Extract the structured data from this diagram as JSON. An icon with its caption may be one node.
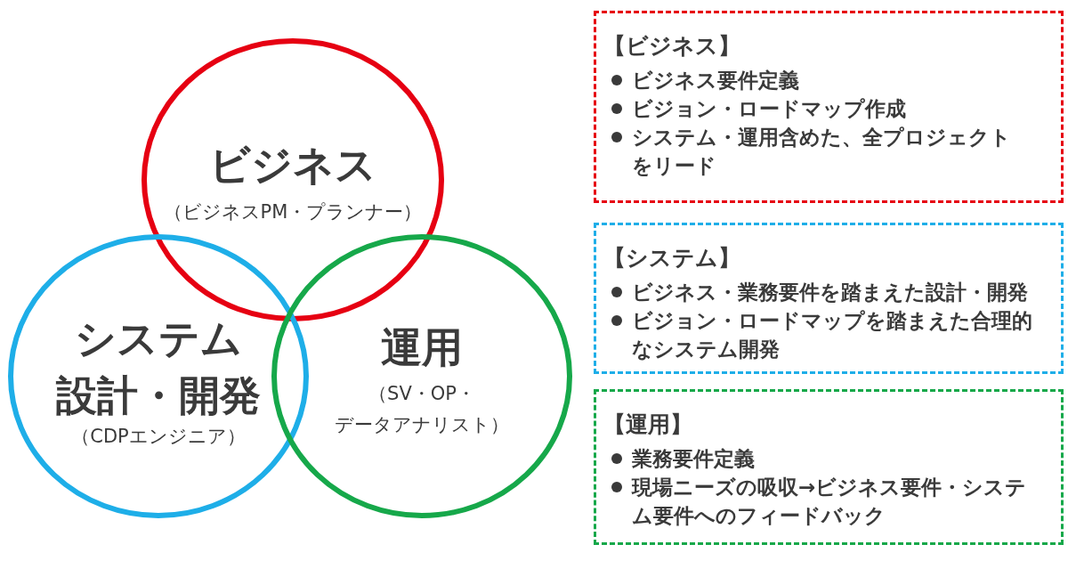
{
  "diagram": {
    "nodes": [
      {
        "text": [
          "ビジネス",
          "（ビジネスPM・プランナー）"
        ]
      },
      {
        "text": [
          "システム設計・開発",
          "（CDPエンジニア）"
        ]
      },
      {
        "text": [
          "運用",
          "（SV・OP・データアナリスト）"
        ]
      },
      {
        "text": [
          "【ビジネス】",
          "ビジネス要件定義",
          "ビジョン・ロードマップ作成",
          "システム・運用含めた、全プロジェクトをリード"
        ]
      },
      {
        "text": [
          "【システム】",
          "ビジネス・業務要件を踏まえた設計・開発",
          "ビジョン・ロードマップを踏まえた合理的なシステム開発"
        ]
      },
      {
        "text": [
          "【運用】",
          "業務要件定義",
          "現場ニーズの吸収→ビジネス要件・システム要件へのフィードバック"
        ]
      }
    ]
  }
}
